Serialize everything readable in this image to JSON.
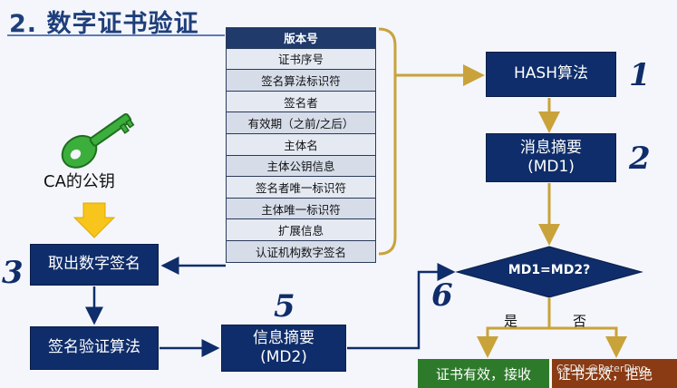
{
  "title": "2. 数字证书验证",
  "certificate_fields": [
    "版本号",
    "证书序号",
    "签名算法标识符",
    "签名者",
    "有效期（之前/之后）",
    "主体名",
    "主体公钥信息",
    "签名者唯一标识符",
    "主体唯一标识符",
    "扩展信息",
    "认证机构数字签名"
  ],
  "key_label": "CA的公钥",
  "boxes": {
    "hash": "HASH算法",
    "md1": "消息摘要\n(MD1)",
    "extract": "取出数字签名",
    "verify": "签名验证算法",
    "md2": "信息摘要\n(MD2)",
    "decision": "MD1=MD2?",
    "accept": "证书有效，接收",
    "reject": "证书无效，拒绝"
  },
  "branch": {
    "yes": "是",
    "no": "否"
  },
  "step_numbers": [
    "1",
    "2",
    "3",
    "5",
    "6"
  ],
  "watermark": "CSDN @PeterDino"
}
